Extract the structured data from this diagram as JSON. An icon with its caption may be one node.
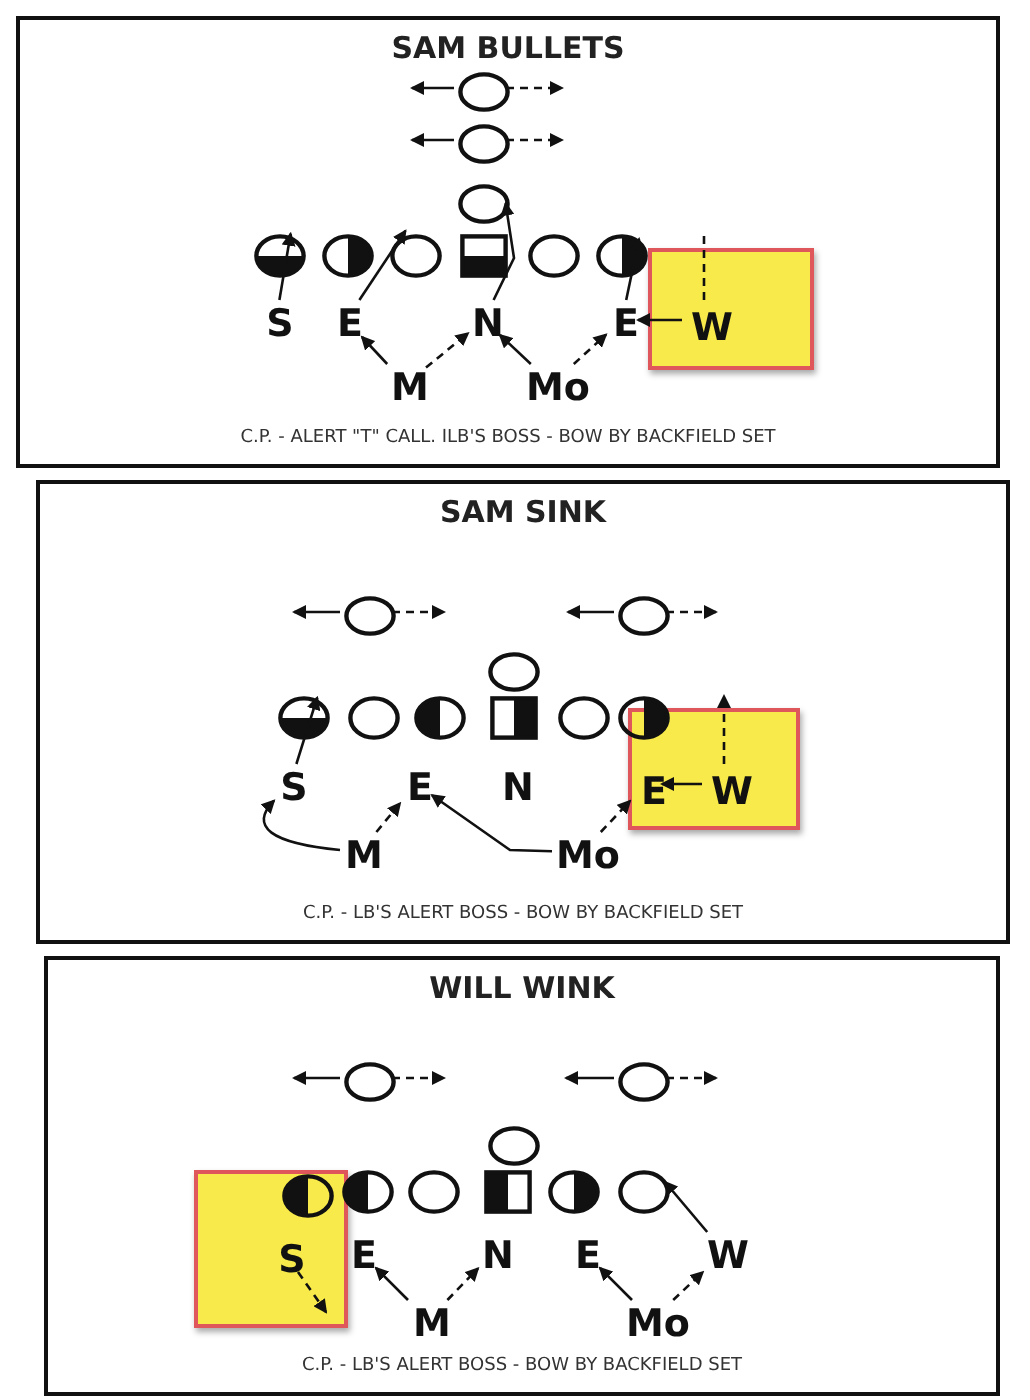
{
  "diagram": {
    "nodes": [
      {
        "text": [
          "SAM BULLETS",
          "C.P. - ALERT \"T\" CALL.  ILB'S BOSS - BOW BY BACKFIELD SET"
        ]
      },
      {
        "text": [],
        "shape": "circle",
        "in": 0
      },
      {
        "text": [],
        "shape": "circle",
        "in": 0
      },
      {
        "text": [],
        "shape": "circle",
        "in": 0
      },
      {
        "text": [],
        "shape": "circle",
        "in": 0
      },
      {
        "text": [],
        "shape": "circle",
        "in": 0
      },
      {
        "text": [],
        "shape": "circle",
        "in": 0
      },
      {
        "text": [],
        "shape": "box",
        "in": 0
      },
      {
        "text": [],
        "shape": "circle",
        "in": 0
      },
      {
        "text": [],
        "shape": "circle",
        "in": 0
      },
      {
        "text": [],
        "shape": "box",
        "in": 0
      },
      {
        "text": [
          "S"
        ],
        "in": 0
      },
      {
        "text": [
          "E"
        ],
        "in": 0
      },
      {
        "text": [
          "N"
        ],
        "in": 0
      },
      {
        "text": [
          "E"
        ],
        "in": 0
      },
      {
        "text": [
          "W"
        ],
        "in": 10
      },
      {
        "text": [
          "M"
        ],
        "in": 0
      },
      {
        "text": [
          "Mo"
        ],
        "in": 0
      },
      {
        "text": [
          "SAM SINK",
          "C.P. - LB'S ALERT BOSS - BOW BY BACKFIELD SET"
        ]
      },
      {
        "text": [],
        "shape": "circle",
        "in": 18
      },
      {
        "text": [],
        "shape": "circle",
        "in": 18
      },
      {
        "text": [],
        "shape": "circle",
        "in": 18
      },
      {
        "text": [],
        "shape": "circle",
        "in": 18
      },
      {
        "text": [],
        "shape": "circle",
        "in": 18
      },
      {
        "text": [],
        "shape": "circle",
        "in": 18
      },
      {
        "text": [],
        "shape": "box",
        "in": 18
      },
      {
        "text": [],
        "shape": "circle",
        "in": 18
      },
      {
        "text": [],
        "shape": "circle",
        "in": 18
      },
      {
        "text": [],
        "shape": "box",
        "in": 18
      },
      {
        "text": [
          "S"
        ],
        "in": 18
      },
      {
        "text": [
          "E"
        ],
        "in": 18
      },
      {
        "text": [
          "N"
        ],
        "in": 18
      },
      {
        "text": [
          "E"
        ],
        "in": 28
      },
      {
        "text": [
          "W"
        ],
        "in": 28
      },
      {
        "text": [
          "M"
        ],
        "in": 18
      },
      {
        "text": [
          "Mo"
        ],
        "in": 18
      },
      {
        "text": [
          "WILL WINK",
          "C.P. - LB'S ALERT BOSS - BOW BY BACKFIELD SET"
        ]
      },
      {
        "text": [],
        "shape": "circle",
        "in": 36
      },
      {
        "text": [],
        "shape": "circle",
        "in": 36
      },
      {
        "text": [],
        "shape": "circle",
        "in": 36
      },
      {
        "text": [],
        "shape": "box",
        "in": 36
      },
      {
        "text": [],
        "shape": "circle",
        "in": 40
      },
      {
        "text": [],
        "shape": "circle",
        "in": 36
      },
      {
        "text": [],
        "shape": "circle",
        "in": 36
      },
      {
        "text": [],
        "shape": "box",
        "in": 36
      },
      {
        "text": [],
        "shape": "circle",
        "in": 36
      },
      {
        "text": [],
        "shape": "circle",
        "in": 36
      },
      {
        "text": [
          "S"
        ],
        "in": 40
      },
      {
        "text": [
          "E"
        ],
        "in": 36
      },
      {
        "text": [
          "N"
        ],
        "in": 36
      },
      {
        "text": [
          "E"
        ],
        "in": 36
      },
      {
        "text": [
          "W"
        ],
        "in": 36
      },
      {
        "text": [
          "M"
        ],
        "in": 36
      },
      {
        "text": [
          "Mo"
        ],
        "in": 36
      }
    ],
    "edges": [
      {
        "from": 1,
        "to": null,
        "arrow": "to"
      },
      {
        "from": 1,
        "to": null,
        "arrow": "to",
        "style": "dashed"
      },
      {
        "from": 2,
        "to": null,
        "arrow": "to"
      },
      {
        "from": 2,
        "to": null,
        "arrow": "to",
        "style": "dashed"
      },
      {
        "from": 11,
        "to": 4,
        "arrow": "to"
      },
      {
        "from": 12,
        "to": 6,
        "arrow": "to"
      },
      {
        "from": 13,
        "to": 3,
        "arrow": "to"
      },
      {
        "from": 14,
        "to": 9,
        "arrow": "to"
      },
      {
        "from": 15,
        "to": 14,
        "arrow": "to"
      },
      {
        "from": 15,
        "to": null,
        "arrow": "none",
        "style": "dashed"
      },
      {
        "from": 16,
        "to": 12,
        "arrow": "to"
      },
      {
        "from": 16,
        "to": 13,
        "arrow": "to",
        "style": "dashed"
      },
      {
        "from": 17,
        "to": 13,
        "arrow": "to"
      },
      {
        "from": 17,
        "to": 14,
        "arrow": "to",
        "style": "dashed"
      },
      {
        "from": 19,
        "to": null,
        "arrow": "to"
      },
      {
        "from": 19,
        "to": null,
        "arrow": "to",
        "style": "dashed"
      },
      {
        "from": 20,
        "to": null,
        "arrow": "to"
      },
      {
        "from": 20,
        "to": null,
        "arrow": "to",
        "style": "dashed"
      },
      {
        "from": 29,
        "to": 22,
        "arrow": "to"
      },
      {
        "from": 33,
        "to": null,
        "arrow": "to",
        "style": "dashed"
      },
      {
        "from": 33,
        "to": 32,
        "arrow": "to"
      },
      {
        "from": 34,
        "to": 29,
        "arrow": "to"
      },
      {
        "from": 34,
        "to": 30,
        "arrow": "to",
        "style": "dashed"
      },
      {
        "from": 35,
        "to": 30,
        "arrow": "to"
      },
      {
        "from": 35,
        "to": 32,
        "arrow": "to",
        "style": "dashed"
      },
      {
        "from": 37,
        "to": null,
        "arrow": "to"
      },
      {
        "from": 37,
        "to": null,
        "arrow": "to",
        "style": "dashed"
      },
      {
        "from": 38,
        "to": null,
        "arrow": "to"
      },
      {
        "from": 38,
        "to": null,
        "arrow": "to",
        "style": "dashed"
      },
      {
        "from": 47,
        "to": null,
        "arrow": "to",
        "style": "dashed"
      },
      {
        "from": 51,
        "to": 46,
        "arrow": "to"
      },
      {
        "from": 52,
        "to": 48,
        "arrow": "to"
      },
      {
        "from": 52,
        "to": 49,
        "arrow": "to",
        "style": "dashed"
      },
      {
        "from": 53,
        "to": 50,
        "arrow": "to"
      },
      {
        "from": 53,
        "to": 51,
        "arrow": "to",
        "style": "dashed"
      }
    ]
  }
}
